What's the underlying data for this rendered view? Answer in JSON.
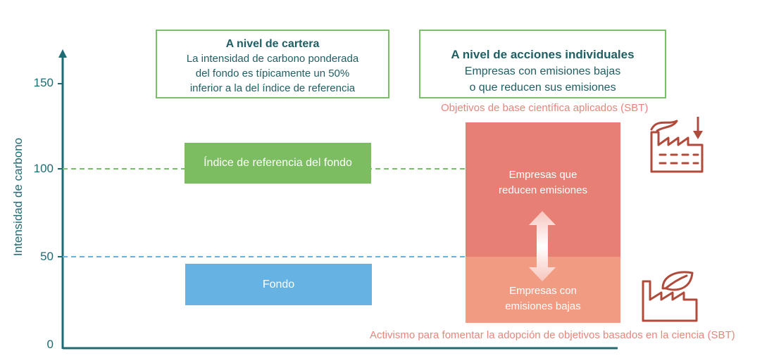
{
  "axis": {
    "ylabel": "Intensidad de carbono",
    "ticks": [
      "150",
      "100",
      "50",
      "0"
    ]
  },
  "portfolio_box": {
    "title": "A nivel de cartera",
    "lines": [
      "La intensidad de carbono ponderada",
      "del fondo es típicamente un 50%",
      "inferior a la del índice de referencia"
    ]
  },
  "stock_box": {
    "title": "A nivel de acciones individuales",
    "lines": [
      "Empresas con emisiones bajas",
      "o que reducen sus emisiones"
    ]
  },
  "benchmark_bar": {
    "label": "Índice de referencia del fondo",
    "color": "#7cbd62"
  },
  "fund_bar": {
    "label": "Fondo",
    "color": "#66b3e3"
  },
  "sbt_applied": "Objetivos de base científica aplicados (SBT)",
  "reducing_segment": {
    "lines": [
      "Empresas que",
      "reducen emisiones"
    ],
    "color": "#e77f74"
  },
  "low_segment": {
    "lines": [
      "Empresas con",
      "emisiones bajas"
    ],
    "color": "#f19c82"
  },
  "activism": "Activismo para fomentar la adopción de objetivos basados en la ciencia (SBT)",
  "colors": {
    "axis": "#1f6b73",
    "line_100": "#79c06a",
    "line_50": "#66b3e3",
    "icon": "#b04a3a"
  },
  "icons": [
    "factory-reducing-icon",
    "factory-leaf-icon",
    "double-arrow-icon"
  ]
}
